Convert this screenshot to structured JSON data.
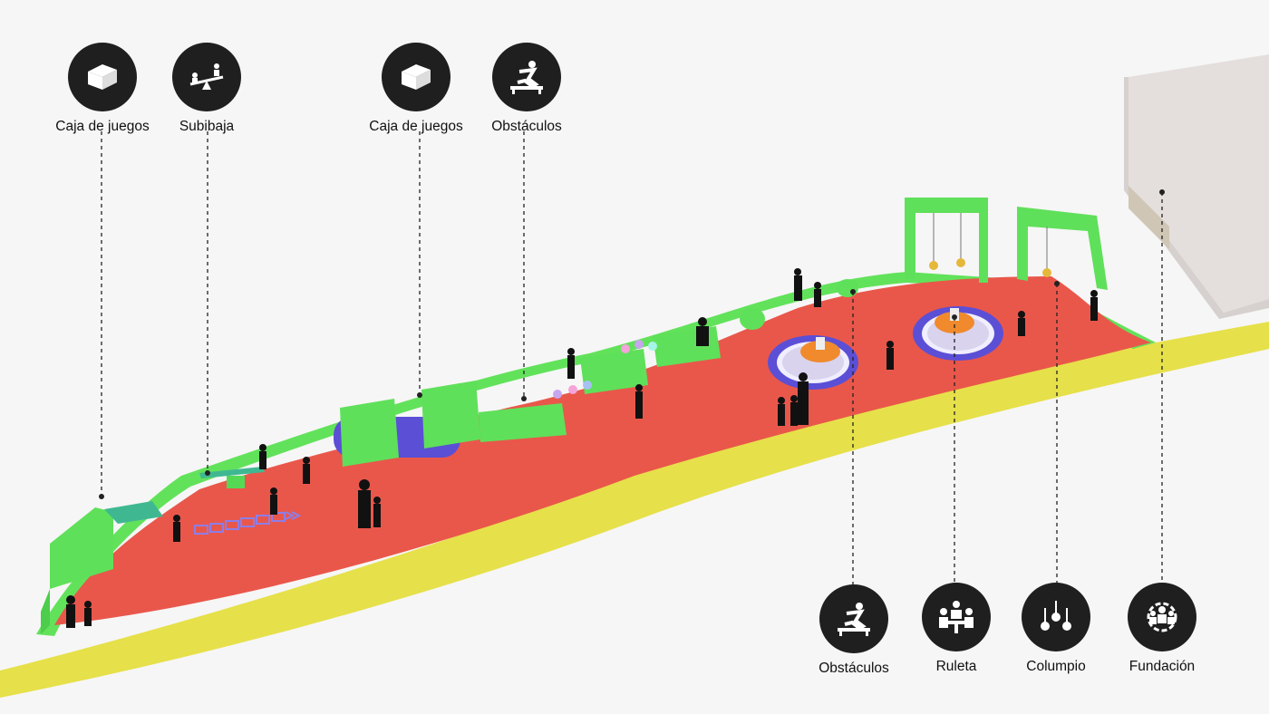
{
  "callouts_top": [
    {
      "label": "Caja de juegos",
      "icon": "box-icon"
    },
    {
      "label": "Subibaja",
      "icon": "seesaw-icon"
    },
    {
      "label": "Caja de juegos",
      "icon": "box-icon"
    },
    {
      "label": "Obstáculos",
      "icon": "obstacle-jump-icon"
    }
  ],
  "callouts_bottom": [
    {
      "label": "Obstáculos",
      "icon": "obstacle-jump-icon"
    },
    {
      "label": "Ruleta",
      "icon": "roulette-people-icon"
    },
    {
      "label": "Columpio",
      "icon": "swing-icon"
    },
    {
      "label": "Fundación",
      "icon": "foundation-community-icon"
    }
  ],
  "colors": {
    "path_red": "#e9574b",
    "edge_yellow": "#e6e04a",
    "equipment_green": "#5fe05a",
    "tunnel_purple": "#5b4fd6",
    "roulette_orange": "#f08a2c",
    "icon_circle": "#1f1f1f",
    "building_white": "#ebe6e4"
  }
}
